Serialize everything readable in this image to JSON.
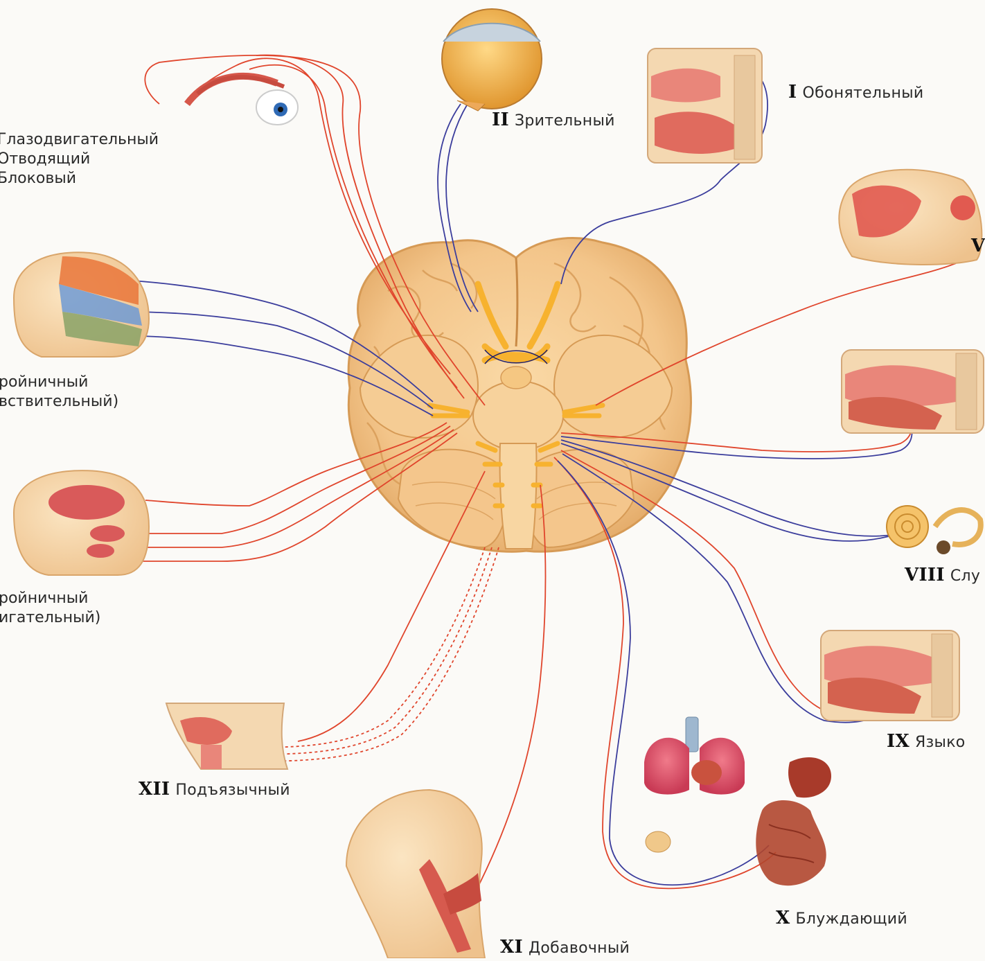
{
  "nerves": [
    {
      "id": "n1",
      "num": "I",
      "name": "Обонятельный"
    },
    {
      "id": "n2",
      "num": "II",
      "name": "Зрительный"
    },
    {
      "id": "n7",
      "num": "V",
      "name": ""
    },
    {
      "id": "n8",
      "num": "VIII",
      "name": "Слу"
    },
    {
      "id": "n9",
      "num": "IX",
      "name": "Языко"
    },
    {
      "id": "n10",
      "num": "X",
      "name": "Блуждающий"
    },
    {
      "id": "n11",
      "num": "XI",
      "name": "Добавочный"
    },
    {
      "id": "n12",
      "num": "XII",
      "name": "Подъязычный"
    }
  ],
  "eye_muscle_nerves": [
    "Глазодвигательный",
    "Отводящий",
    "Блоковый"
  ],
  "trigeminal_sensory": [
    "ройничный",
    "вствительный)"
  ],
  "trigeminal_motor": [
    "ройничный",
    "игательный)"
  ],
  "colors": {
    "motor": "#e0452c",
    "sensory": "#3b3d9c",
    "brain": "#f3c58a",
    "brain_dark": "#d9984f",
    "nerve_root": "#f7b22f",
    "tissue": "#e9867a",
    "skin": "#f6d7aa"
  }
}
